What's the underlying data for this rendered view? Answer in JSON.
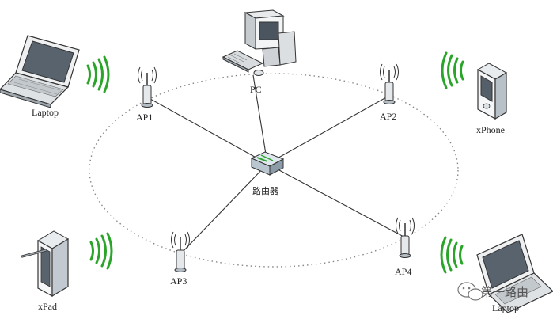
{
  "nodes": {
    "router": "路由器",
    "pc": "PC",
    "ap1": "AP1",
    "ap2": "AP2",
    "ap3": "AP3",
    "ap4": "AP4",
    "laptop_left": "Laptop",
    "laptop_right": "Laptop",
    "xphone": "xPhone",
    "xpad": "xPad"
  },
  "watermark": "第一路由",
  "colors": {
    "signal": "#2aa52a",
    "line": "#333333",
    "ring": "#888888"
  }
}
